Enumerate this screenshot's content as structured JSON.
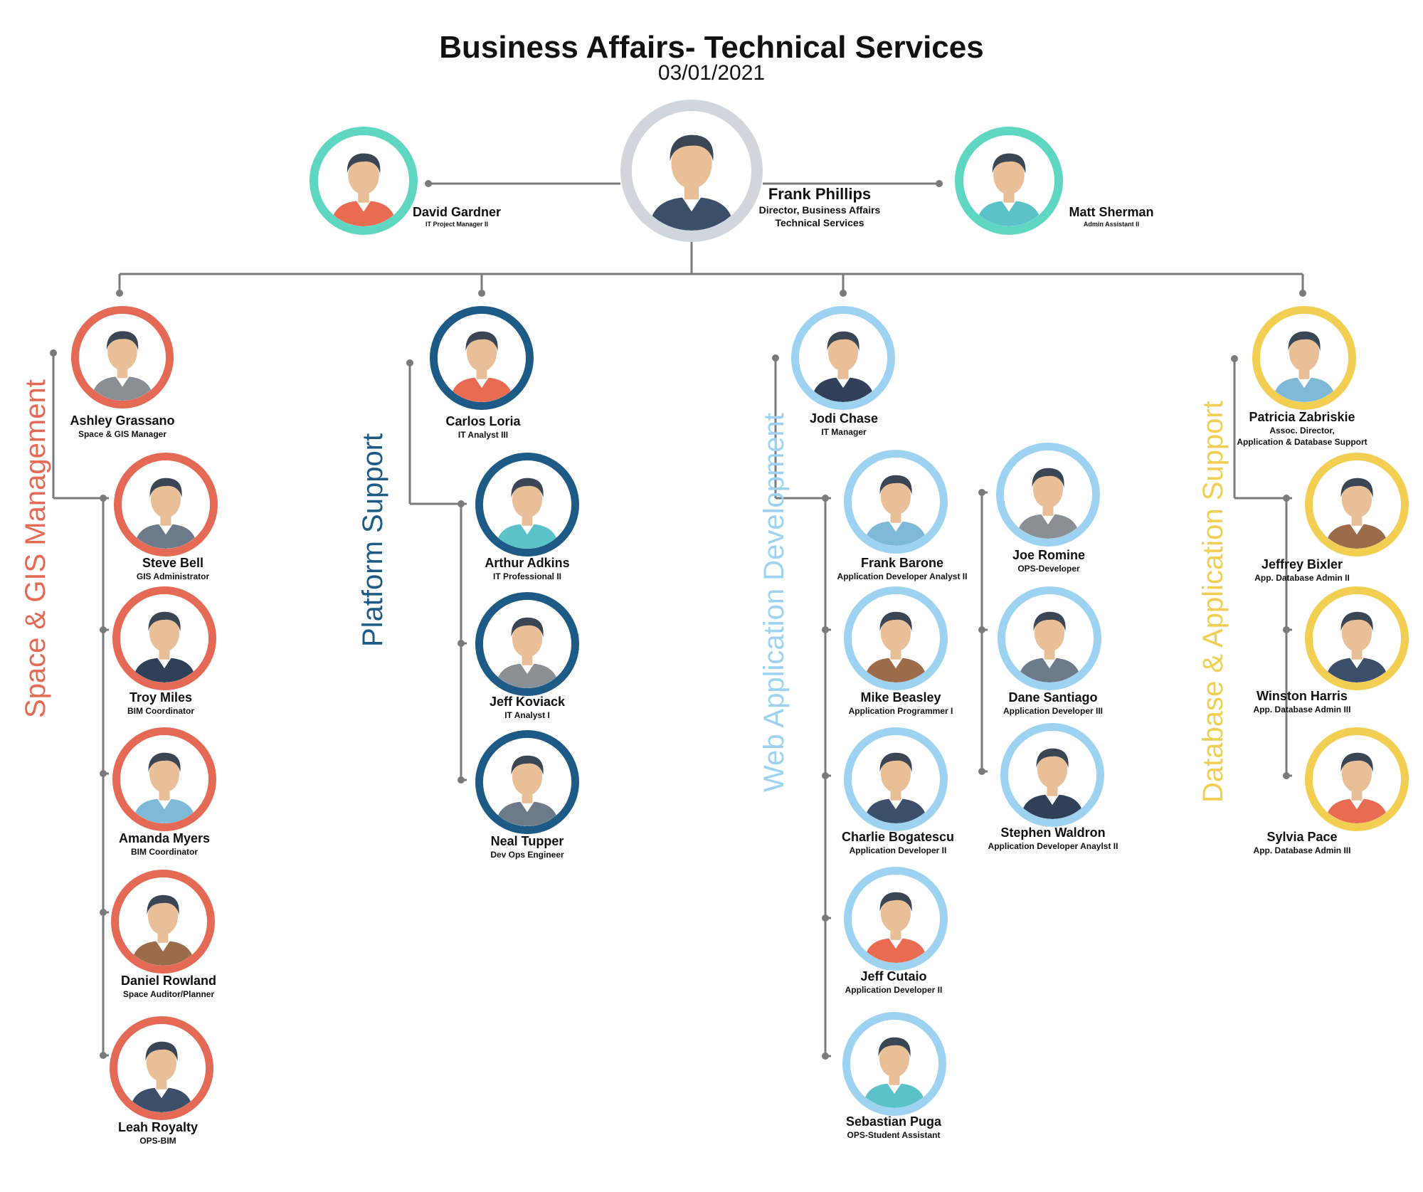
{
  "header": {
    "title": "Business Affairs- Technical Services",
    "date": "03/01/2021"
  },
  "colors": {
    "director_ring": "#d0d6de",
    "staff_ring": "#5fd6c1",
    "space_gis": "#e56a55",
    "platform": "#1d5a85",
    "web_app": "#9dd3f1",
    "database": "#f2cf52",
    "line": "#7a7a7a",
    "skin": "#e8bf97",
    "hair": "#3b4655"
  },
  "director": {
    "name": "Frank Phillips",
    "role_line1": "Director, Business Affairs",
    "role_line2": "Technical Services"
  },
  "staff": [
    {
      "name": "David Gardner",
      "role": "IT Project Manager II"
    },
    {
      "name": "Matt Sherman",
      "role": "Admin Assistant II"
    }
  ],
  "departments": [
    {
      "label": "Space  & GIS Management",
      "lead": {
        "name": "Ashley Grassano",
        "role": "Space & GIS Manager"
      },
      "members": [
        {
          "name": "Steve Bell",
          "role": "GIS Administrator"
        },
        {
          "name": "Troy Miles",
          "role": "BIM Coordinator"
        },
        {
          "name": "Amanda Myers",
          "role": "BIM Coordinator"
        },
        {
          "name": "Daniel Rowland",
          "role": "Space Auditor/Planner"
        },
        {
          "name": "Leah Royalty",
          "role": "OPS-BIM"
        }
      ]
    },
    {
      "label": "Platform Support",
      "lead": {
        "name": "Carlos Loria",
        "role": "IT Analyst III"
      },
      "members": [
        {
          "name": "Arthur Adkins",
          "role": "IT Professional II"
        },
        {
          "name": "Jeff Koviack",
          "role": "IT Analyst I"
        },
        {
          "name": "Neal Tupper",
          "role": "Dev Ops Engineer"
        }
      ]
    },
    {
      "label": "Web Application Development",
      "lead": {
        "name": "Jodi Chase",
        "role": "IT Manager"
      },
      "members_left": [
        {
          "name": "Frank Barone",
          "role": "Application Developer Analyst II"
        },
        {
          "name": "Mike Beasley",
          "role": "Application Programmer I"
        },
        {
          "name": "Charlie Bogatescu",
          "role": "Application Developer II"
        },
        {
          "name": "Jeff Cutaio",
          "role": "Application Developer II"
        },
        {
          "name": "Sebastian Puga",
          "role": "OPS-Student Assistant"
        }
      ],
      "members_right": [
        {
          "name": "Joe Romine",
          "role": "OPS-Developer"
        },
        {
          "name": "Dane Santiago",
          "role": "Application Developer III"
        },
        {
          "name": "Stephen Waldron",
          "role": "Application Developer Anaylst II"
        }
      ]
    },
    {
      "label": "Database & Application Support",
      "lead": {
        "name": "Patricia Zabriskie",
        "role_line1": "Assoc. Director,",
        "role_line2": "Application & Database Support"
      },
      "members": [
        {
          "name": "Jeffrey Bixler",
          "role": "App. Database Admin II"
        },
        {
          "name": "Winston Harris",
          "role": "App. Database Admin III"
        },
        {
          "name": "Sylvia Pace",
          "role": "App. Database Admin III"
        }
      ]
    }
  ]
}
